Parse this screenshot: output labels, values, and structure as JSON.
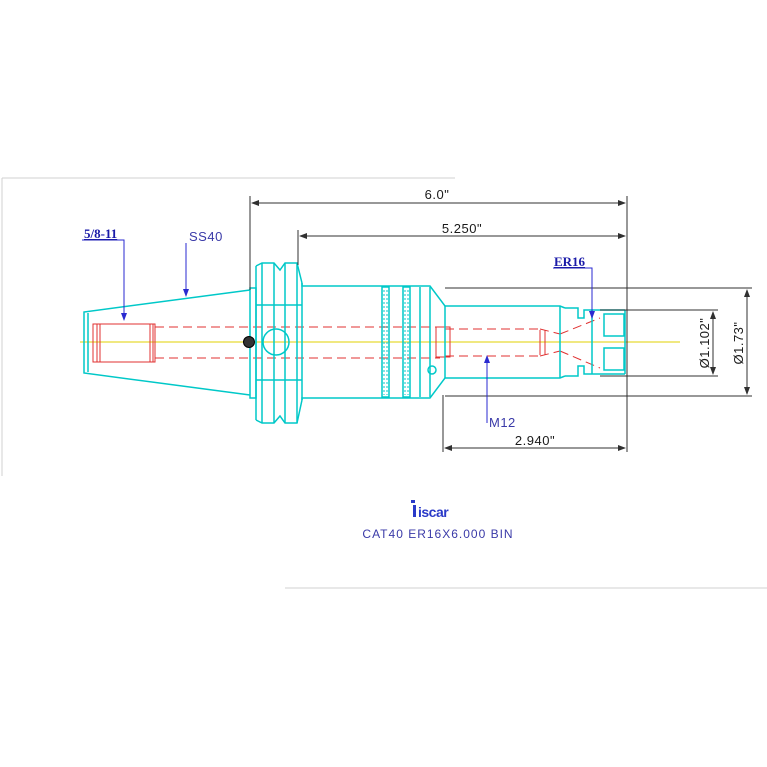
{
  "dimensions": {
    "overall_length": "6.0\"",
    "length_from_flange": "5.250\"",
    "nose_length": "2.940\"",
    "nose_diameter": "Ø1.102\"",
    "body_diameter": "Ø1.73\""
  },
  "labels": {
    "retention_thread": "5/8-11",
    "taper": "SS40",
    "collet": "ER16",
    "screw": "M12"
  },
  "brand": {
    "logo": "iscar"
  },
  "caption": "CAT40  ER16X6.000  BIN",
  "colors": {
    "outline": "#00c8c8",
    "hidden": "#e03030",
    "centerline": "#e0d000",
    "dimension": "#303030",
    "leader": "#2a2ad0",
    "label": "#3a3aa8",
    "frame": "#d0d0d0"
  }
}
